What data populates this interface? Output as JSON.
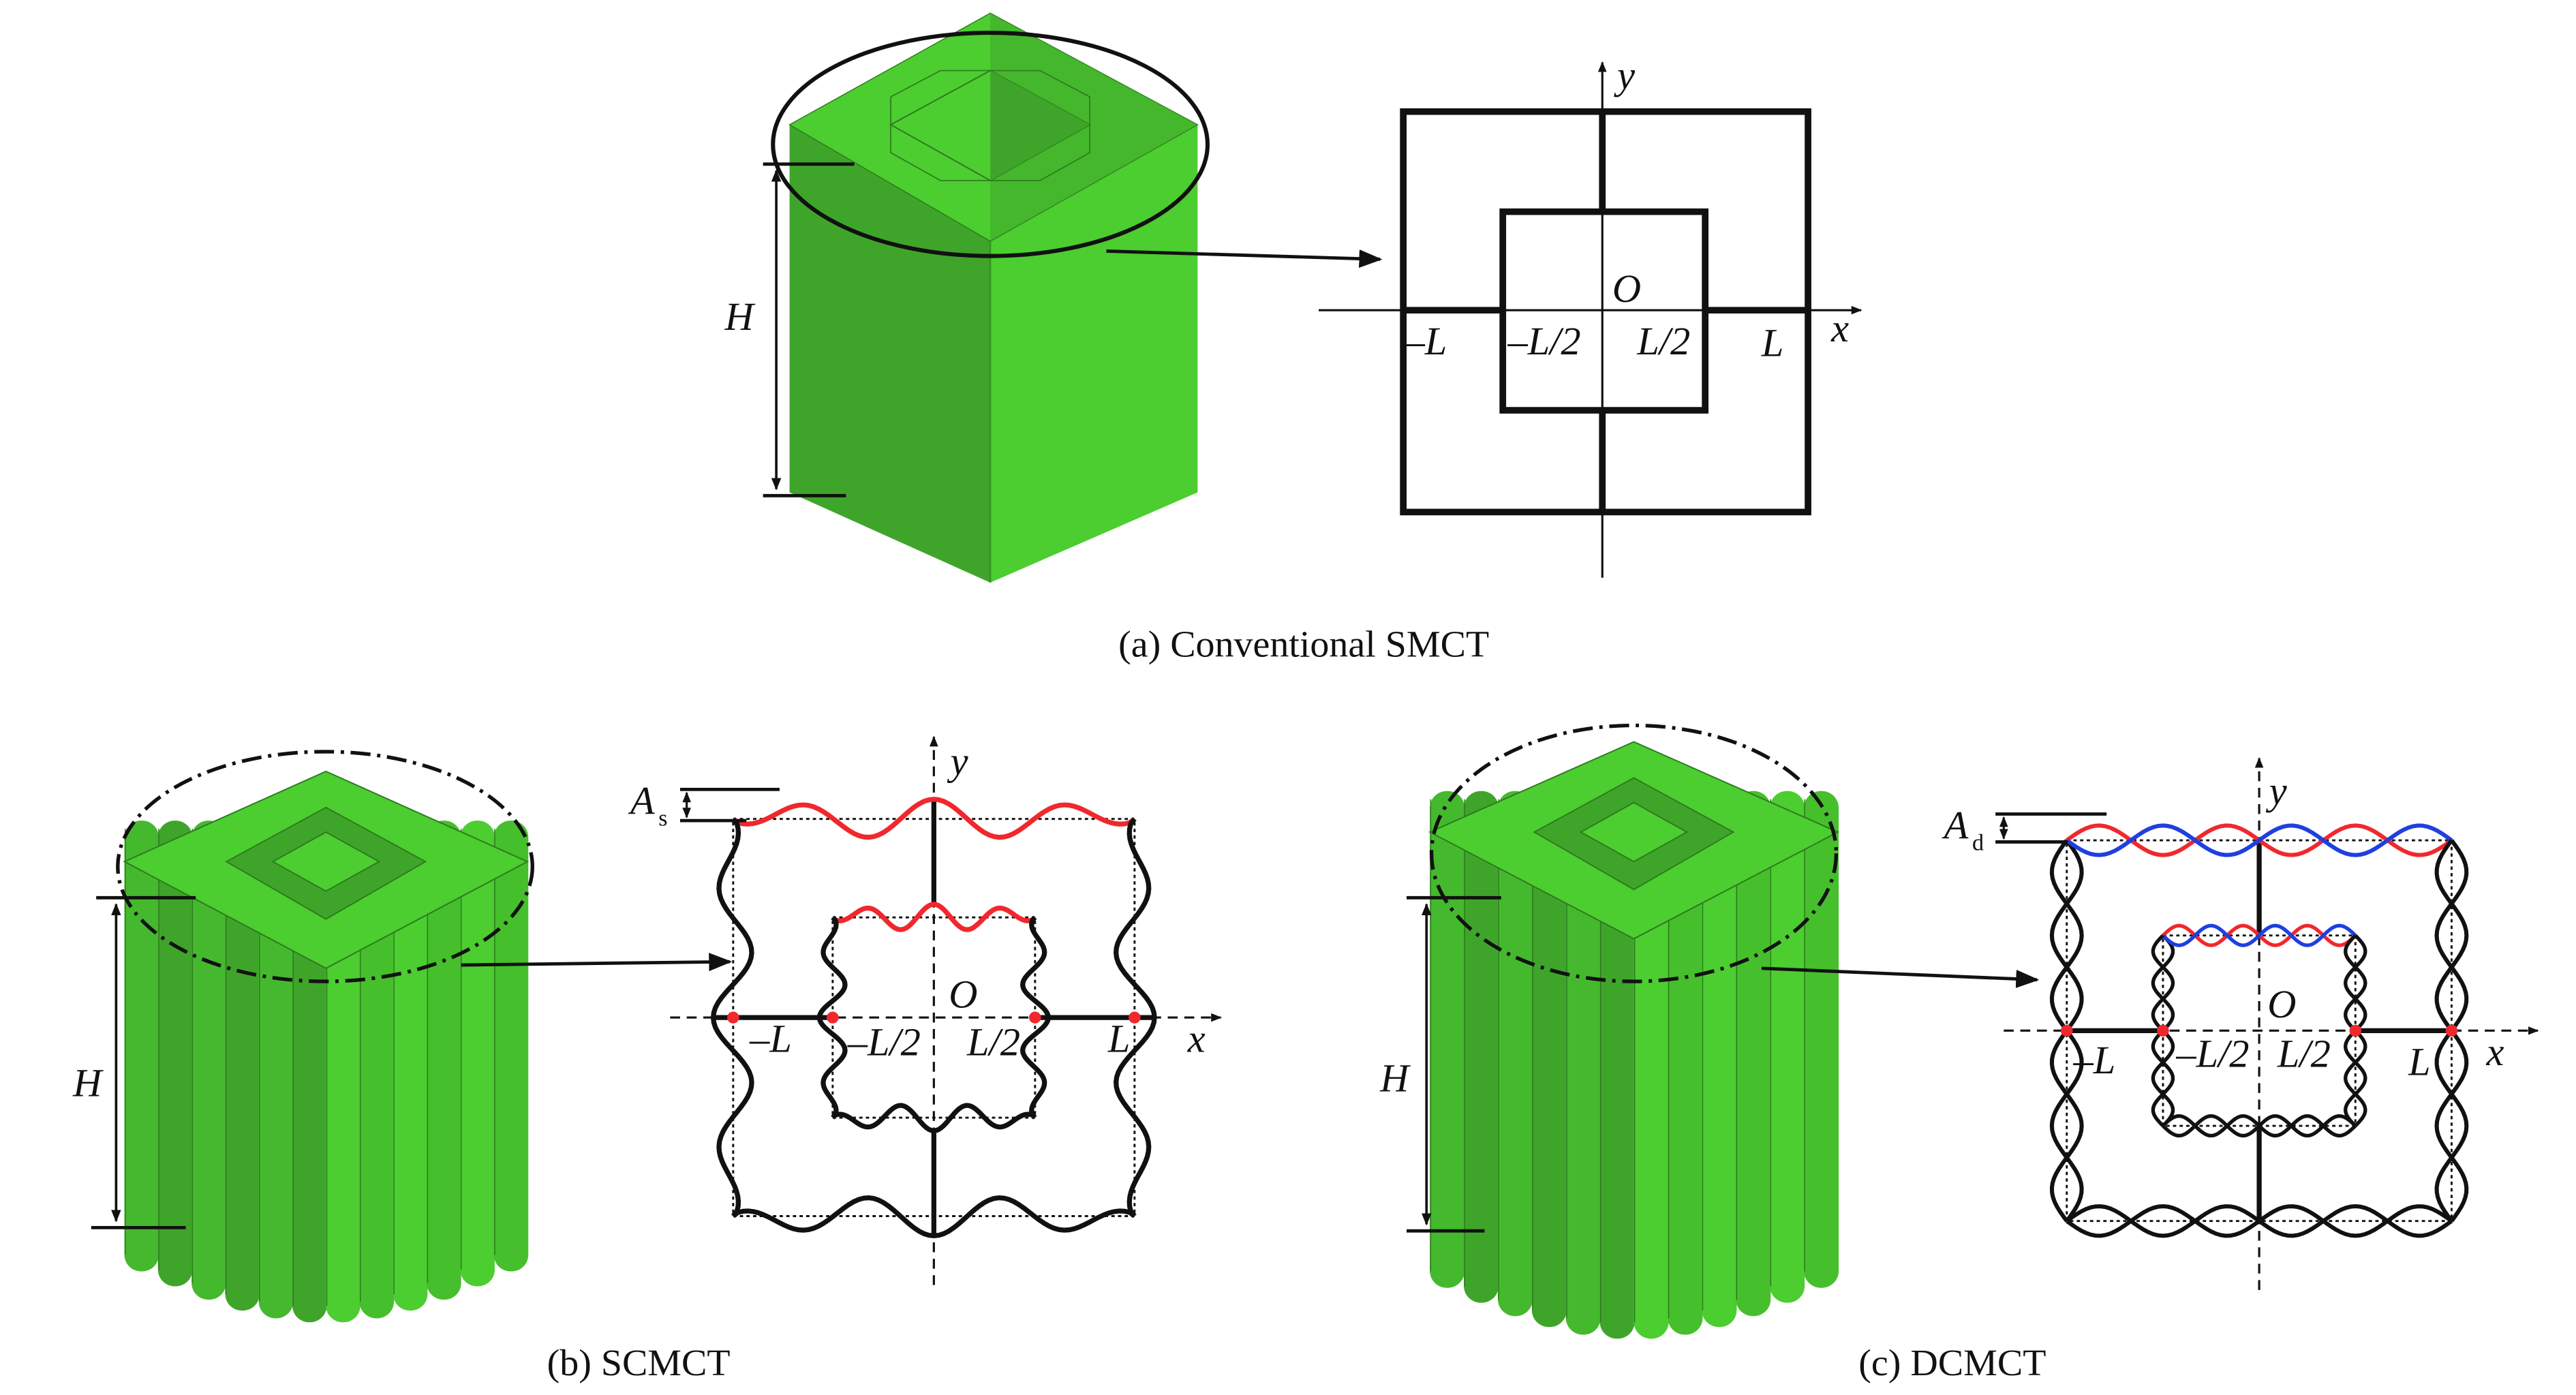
{
  "colors": {
    "green_light": "#4ccd30",
    "green_dark": "#3fa52a",
    "red": "#f0282d",
    "blue": "#1f3fe0",
    "black": "#111111"
  },
  "panel_a": {
    "caption": "(a) Conventional SMCT",
    "height_label": "H",
    "axis_x": "x",
    "axis_y": "y",
    "origin": "O",
    "ticks": [
      "–L",
      "–L/2",
      "L/2",
      "L"
    ]
  },
  "panel_b": {
    "caption": "(b) SCMCT",
    "height_label": "H",
    "amplitude_label": "A",
    "amplitude_sub": "s",
    "axis_x": "x",
    "axis_y": "y",
    "origin": "O",
    "ticks": [
      "–L",
      "–L/2",
      "L/2",
      "L"
    ]
  },
  "panel_c": {
    "caption": "(c) DCMCT",
    "height_label": "H",
    "amplitude_label": "A",
    "amplitude_sub": "d",
    "axis_x": "x",
    "axis_y": "y",
    "origin": "O",
    "ticks": [
      "–L",
      "–L/2",
      "L/2",
      "L"
    ]
  }
}
